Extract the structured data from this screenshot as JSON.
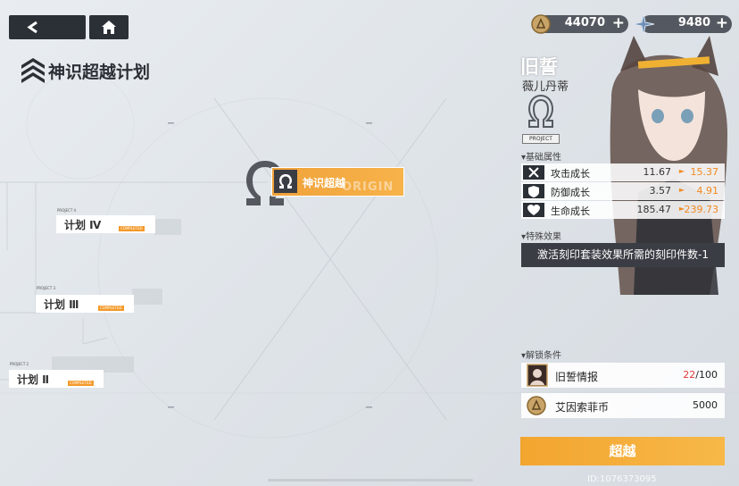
{
  "header": {
    "title": "神识超越计划"
  },
  "currency": {
    "coins": "44070",
    "crystals": "9480",
    "plus": "+"
  },
  "tree": {
    "active_node": {
      "label": "神识超越",
      "watermark": "ORIGIN"
    },
    "nodes": [
      {
        "project": "PROJECT 4",
        "label": "计划 Ⅳ",
        "badge": "COMPLETED"
      },
      {
        "project": "PROJECT 3",
        "label": "计划 Ⅲ",
        "badge": "COMPLETED"
      },
      {
        "project": "PROJECT 2",
        "label": "计划 Ⅱ",
        "badge": "COMPLETED"
      }
    ]
  },
  "character": {
    "name": "旧誓",
    "subtitle": "薇儿丹蒂",
    "project_tag": "PROJECT"
  },
  "attributes": {
    "section_title": "▾基础属性",
    "rows": [
      {
        "name": "攻击成长",
        "old": "11.67",
        "new": "15.37",
        "icon": "attack-icon"
      },
      {
        "name": "防御成长",
        "old": "3.57",
        "new": "4.91",
        "icon": "defense-icon"
      },
      {
        "name": "生命成长",
        "old": "185.47",
        "new": "239.73",
        "icon": "health-icon"
      }
    ],
    "arrow": "►"
  },
  "special": {
    "section_title": "▾特殊效果",
    "effect": "激活刻印套装效果所需的刻印件数-1"
  },
  "unlock": {
    "section_title": "▾解锁条件",
    "rows": [
      {
        "name": "旧誓情报",
        "have": "22",
        "need": "/100"
      },
      {
        "name": "艾因索菲币",
        "value": "5000"
      }
    ]
  },
  "action": {
    "button": "超越"
  },
  "footer": {
    "uid": "ID:1076373095"
  },
  "colors": {
    "accent": "#f3a52f",
    "dark": "#2b2f36",
    "increase": "#f08a20",
    "shortfall": "#e03a3a"
  }
}
